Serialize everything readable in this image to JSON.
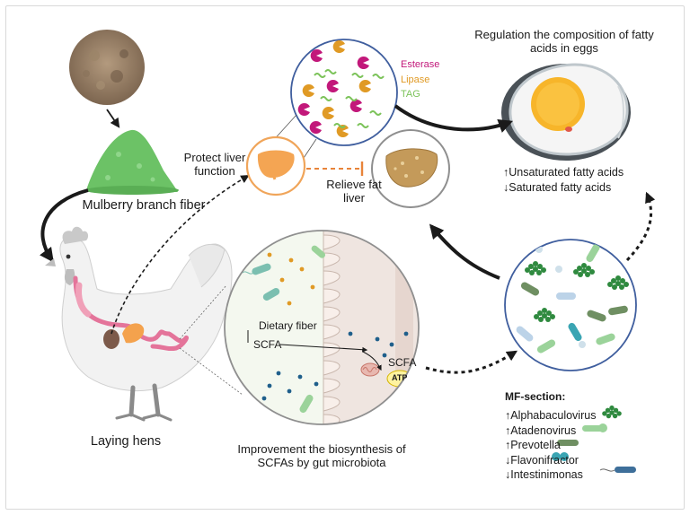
{
  "colors": {
    "esterase": "#c2187a",
    "lipase": "#e09a25",
    "tag": "#7cc35a",
    "liver": "#f3a553",
    "yolk": "#f7b52a",
    "fiber": "#6cc266",
    "hen": "#f2f2f2",
    "arrow": "#1a1a1a",
    "inhibit": "#e8843a"
  },
  "labels": {
    "mulberry_fiber": "Mulberry branch fiber",
    "protect_liver": "Protect liver function",
    "relieve_fat": "Relieve fat liver",
    "laying_hens": "Laying hens",
    "improvement": "Improvement the biosynthesis of SCFAs by gut microbiota",
    "regulation": "Regulation the composition of fatty acids in eggs"
  },
  "enzyme_legend": [
    "Esterase",
    "Lipase",
    "TAG"
  ],
  "fatty_acids": [
    "↑Unsaturated fatty acids",
    "↓Saturated fatty acids"
  ],
  "gut": {
    "dietary_fiber": "Dietary fiber",
    "scfa_left": "SCFA",
    "scfa_right": "SCFA",
    "atp": "ATP"
  },
  "mf_section": {
    "title": "MF-section:",
    "items": [
      "↑Alphabaculovirus",
      "↑Atadenovirus",
      "↑Prevotella",
      "↓Flavonifractor",
      "↓Intestinimonas"
    ]
  },
  "icons": [
    "mulberry-powder-icon",
    "fiber-pile-icon",
    "liver-icon",
    "fatty-liver-icon",
    "egg-icon",
    "hen-icon",
    "microbe-cluster-icon",
    "mitochondrion-icon"
  ]
}
